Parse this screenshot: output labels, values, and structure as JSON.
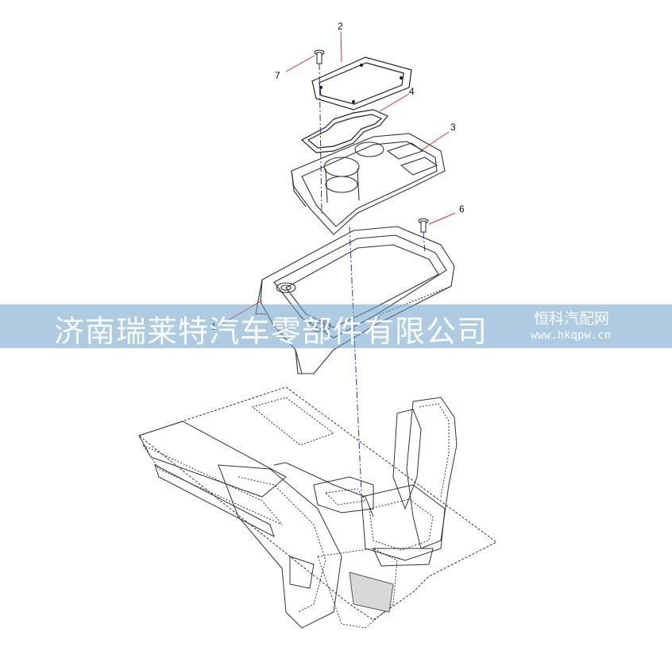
{
  "callouts": [
    {
      "num": "1"
    },
    {
      "num": "2"
    },
    {
      "num": "3"
    },
    {
      "num": "4"
    },
    {
      "num": "6"
    },
    {
      "num": "7"
    }
  ],
  "watermark": {
    "company": "济南瑞莱特汽车零部件有限公司",
    "site_name": "恒科汽配网",
    "site_url": "www.hkqpw.cn"
  },
  "colors": {
    "callout_line": "#d9342b",
    "axis_line": "#2a2ab8",
    "watermark_band": "#6ea0c8"
  }
}
